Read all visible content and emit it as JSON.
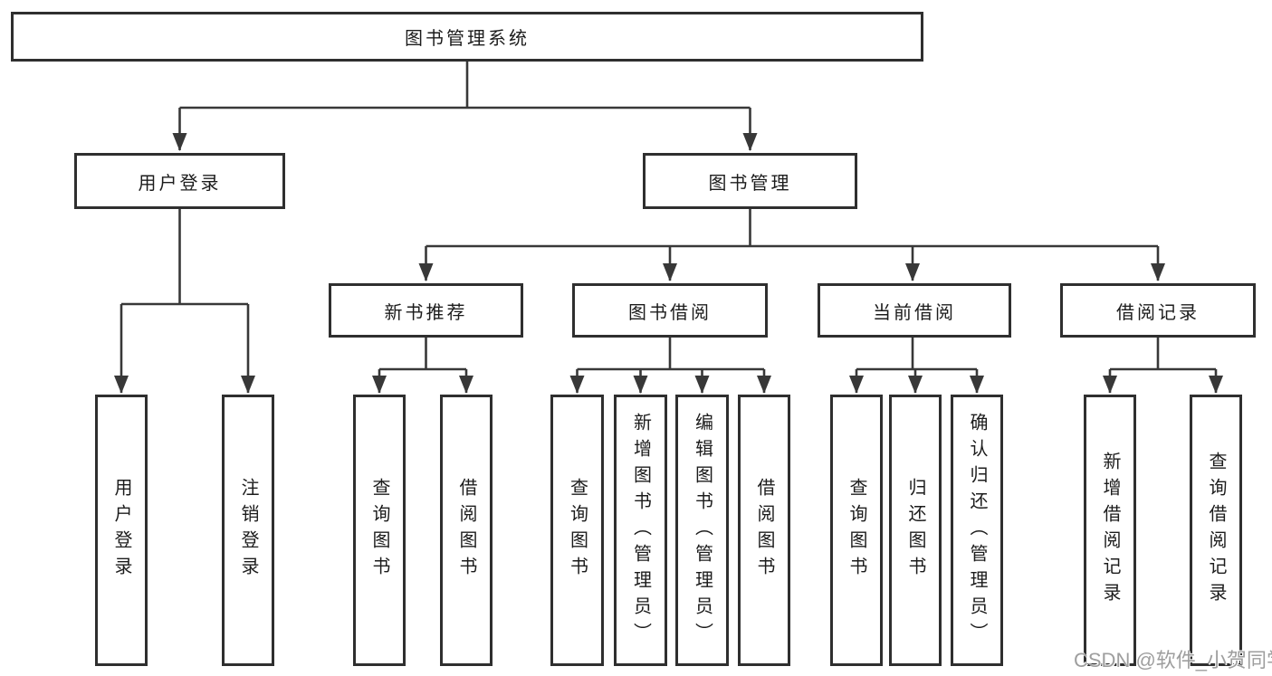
{
  "diagram_title": "图书管理系统",
  "tree": {
    "root": {
      "label": "图书管理系统"
    },
    "branches": [
      {
        "label": "用户登录",
        "children": [
          "用户登录",
          "注销登录"
        ]
      },
      {
        "label": "图书管理",
        "groups": [
          {
            "label": "新书推荐",
            "children": [
              "查询图书",
              "借阅图书"
            ]
          },
          {
            "label": "图书借阅",
            "children": [
              "查询图书",
              "新增图书（管理员）",
              "编辑图书（管理员）",
              "借阅图书"
            ]
          },
          {
            "label": "当前借阅",
            "children": [
              "查询图书",
              "归还图书",
              "确认归还（管理员）"
            ]
          },
          {
            "label": "借阅记录",
            "children": [
              "新增借阅记录",
              "查询借阅记录"
            ]
          }
        ]
      }
    ]
  },
  "watermark": "CSDN @软件_小贺同学",
  "colors": {
    "line": "#383838",
    "border": "#2f2f2f",
    "background": "#ffffff",
    "watermark": "#9e9e9e"
  }
}
